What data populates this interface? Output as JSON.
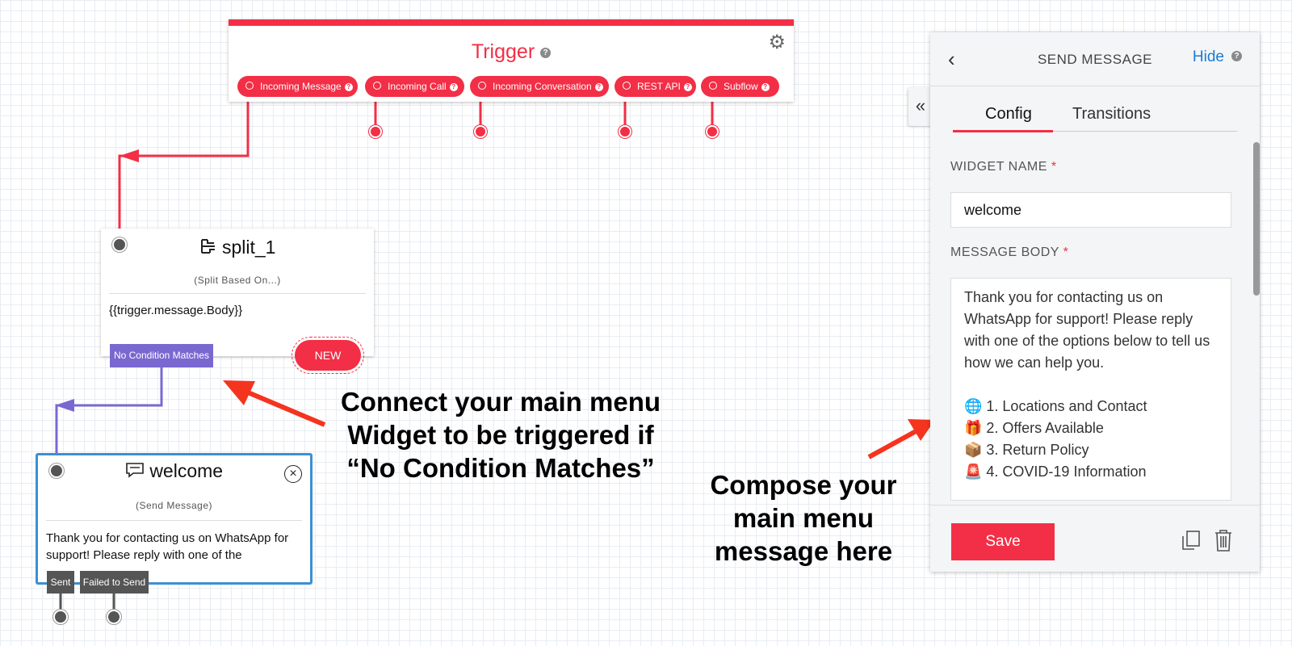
{
  "trigger": {
    "title": "Trigger",
    "help": "?",
    "settings_icon": "gears-icon",
    "pills": [
      {
        "label": "Incoming Message"
      },
      {
        "label": "Incoming Call"
      },
      {
        "label": "Incoming Conversation"
      },
      {
        "label": "REST API"
      },
      {
        "label": "Subflow"
      }
    ]
  },
  "split": {
    "name": "split_1",
    "type": "(Split Based On...)",
    "body": "{{trigger.message.Body}}",
    "transition_tag": "No Condition Matches",
    "new_button": "NEW"
  },
  "welcome": {
    "name": "welcome",
    "type": "(Send Message)",
    "body": "Thank you for contacting us on WhatsApp for support! Please reply with one of the",
    "tags": [
      "Sent",
      "Failed to Send"
    ]
  },
  "annotations": {
    "connect": [
      "Connect your main menu",
      "Widget to be triggered if",
      "“No Condition Matches”"
    ],
    "compose": [
      "Compose your",
      "main menu",
      "message here"
    ]
  },
  "panel": {
    "title": "SEND MESSAGE",
    "hide_label": "Hide",
    "help": "?",
    "tabs": [
      "Config",
      "Transitions"
    ],
    "widget_name_label": "WIDGET NAME",
    "required_mark": "*",
    "widget_name_value": "welcome",
    "message_body_label": "MESSAGE BODY",
    "message_body_value": "Thank you for contacting us on WhatsApp for support! Please reply with one of the options below to tell us how we can help you.\n\n🌐 1. Locations and Contact\n🎁 2. Offers Available\n📦 3. Return Policy\n🚨 4. COVID-19 Information",
    "save_label": "Save"
  },
  "colors": {
    "twilio_red": "#f22f46",
    "purple": "#7a68d0",
    "blue": "#3d8fd1",
    "link_blue": "#1a7bd3",
    "arrow_red": "#f5341f"
  }
}
